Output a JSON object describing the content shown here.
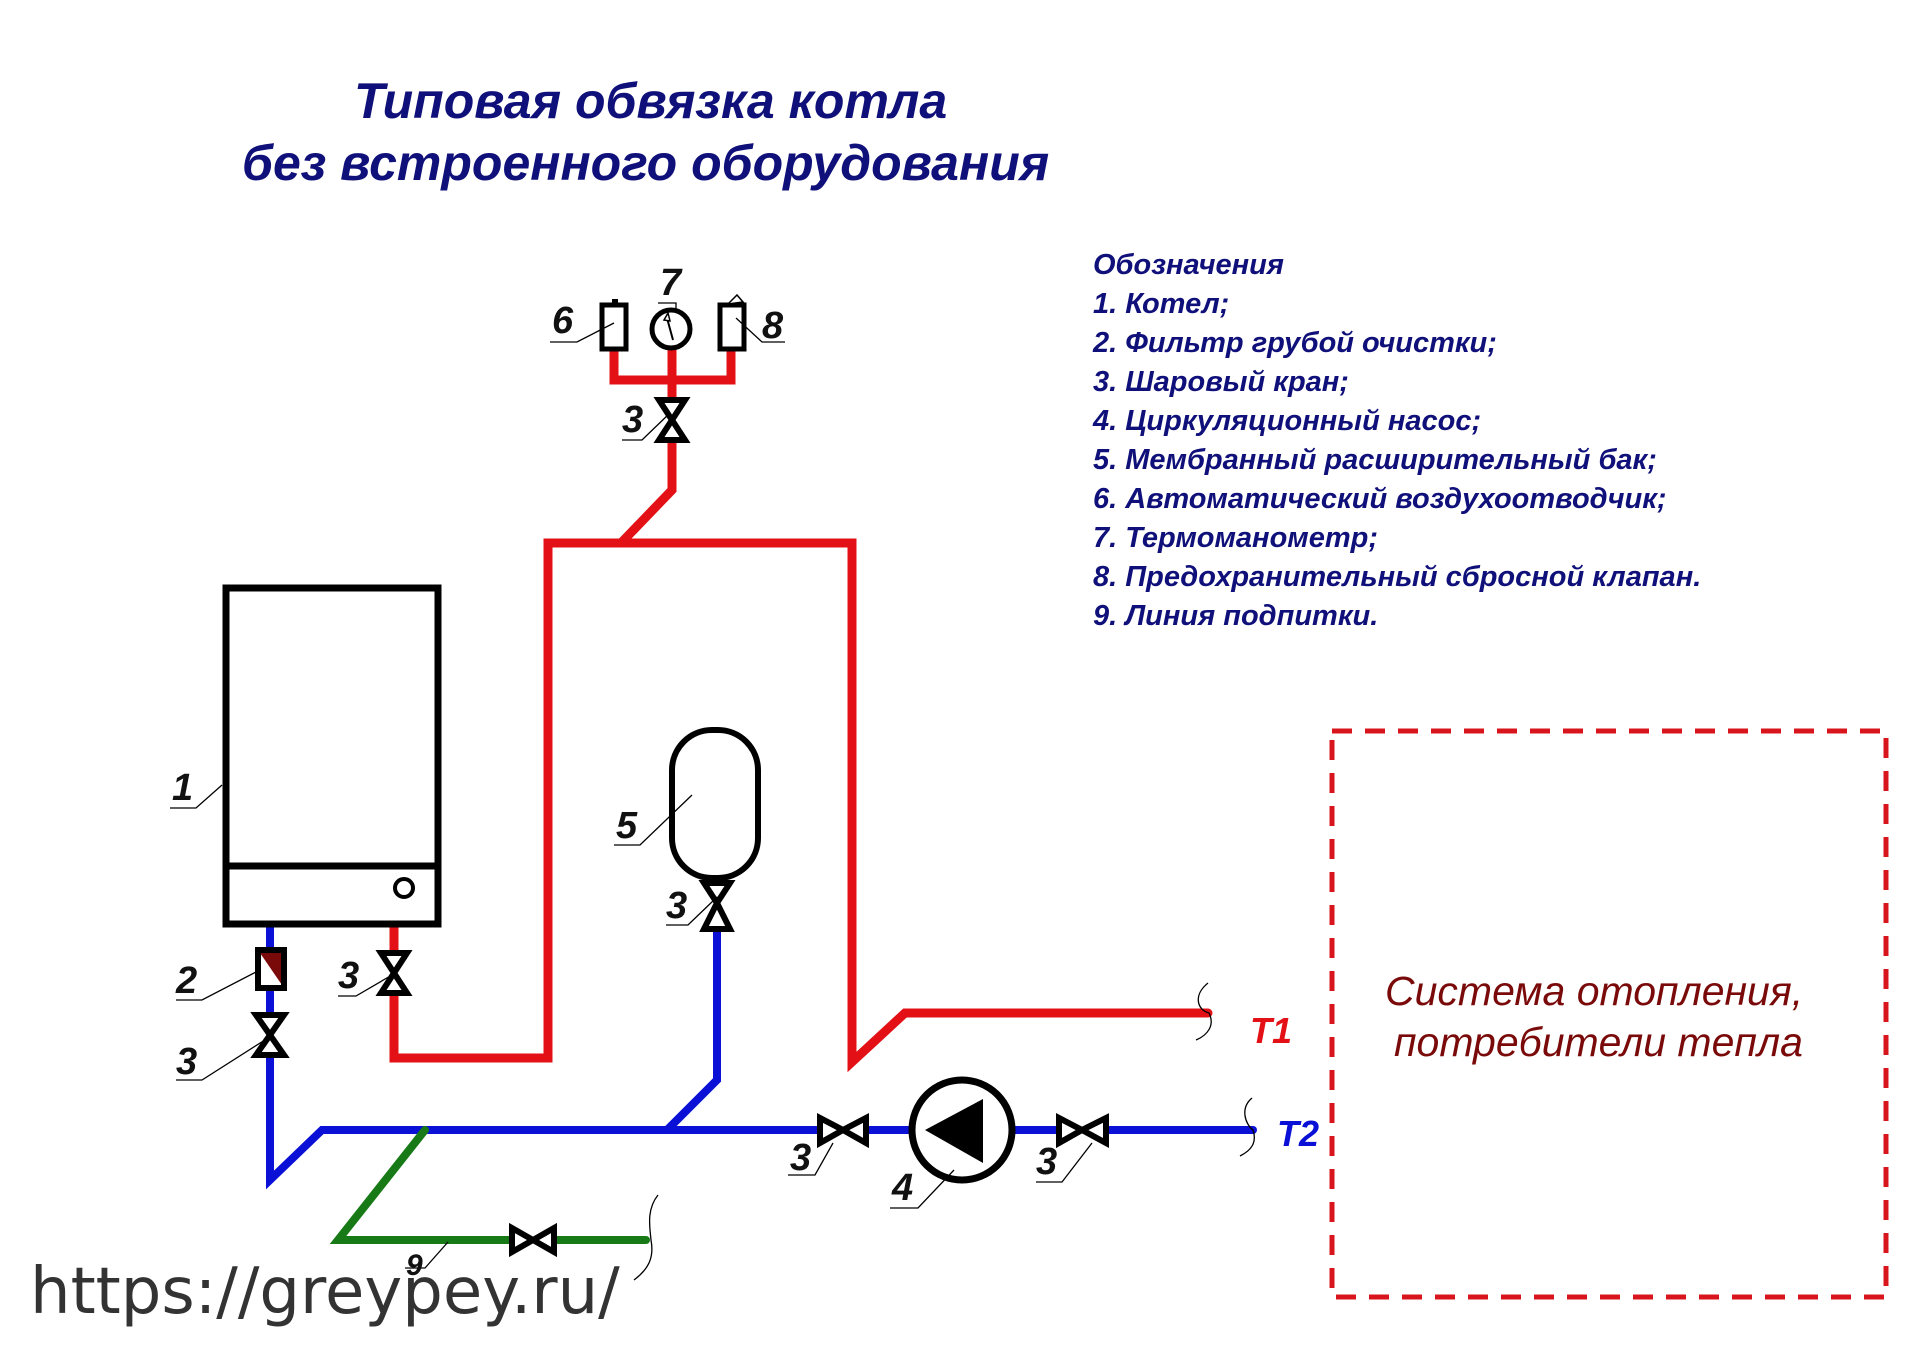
{
  "title": {
    "line1": "Типовая обвязка котла",
    "line2": "без встроенного оборудования"
  },
  "legend": {
    "heading": "Обозначения",
    "items": [
      "1. Котел;",
      "2. Фильтр грубой очистки;",
      "3. Шаровый кран;",
      "4. Циркуляционный насос;",
      "5. Мембранный расширительный бак;",
      "6. Автоматический воздухоотводчик;",
      "7. Термоманометр;",
      "8. Предохранительный сбросной клапан.",
      "9. Линия подпитки."
    ]
  },
  "labels": {
    "boiler": "1",
    "filter": "2",
    "valve": "3",
    "pump": "4",
    "tank": "5",
    "air_vent": "6",
    "thermomanometer": "7",
    "safety_valve": "8",
    "makeup_line": "9"
  },
  "lines": {
    "supply": "T1",
    "return": "T2"
  },
  "system_box": {
    "line1": "Система отопления,",
    "line2": "потребители тепла"
  },
  "watermark": "https://greypey.ru/",
  "colors": {
    "supply": "#e31016",
    "return": "#0a10d6",
    "makeup": "#177a17",
    "text": "#10107a",
    "system": "#7a0a0a"
  }
}
